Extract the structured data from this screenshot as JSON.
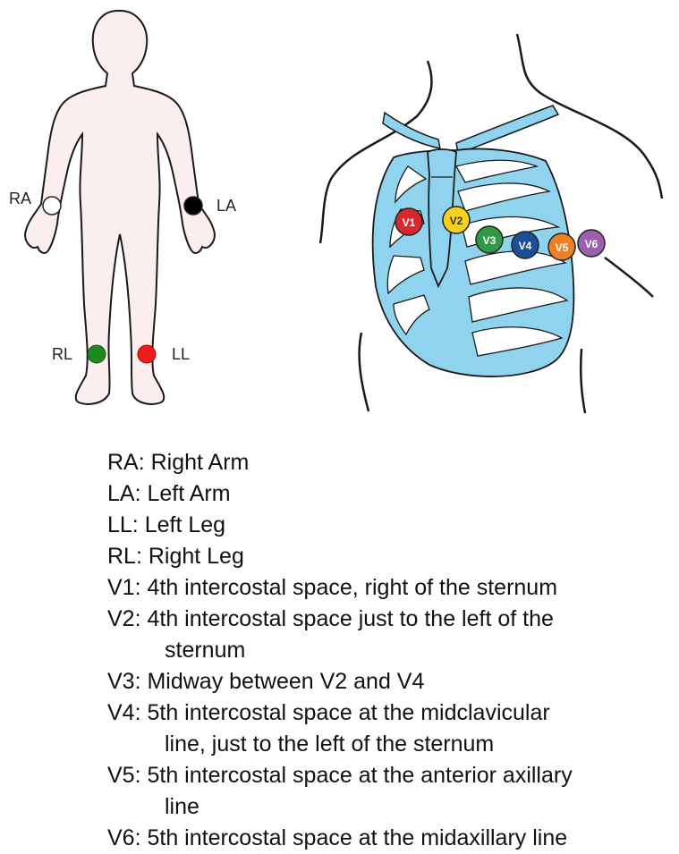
{
  "limb_electrodes": [
    {
      "code": "RA",
      "color": "#ffffff"
    },
    {
      "code": "LA",
      "color": "#000000"
    },
    {
      "code": "RL",
      "color": "#1e8a1e"
    },
    {
      "code": "LL",
      "color": "#ee1c1c"
    }
  ],
  "chest_electrodes": [
    {
      "code": "V1",
      "color": "#d8282a"
    },
    {
      "code": "V2",
      "color": "#f7d11f"
    },
    {
      "code": "V3",
      "color": "#2f9a45"
    },
    {
      "code": "V4",
      "color": "#1b4f97"
    },
    {
      "code": "V5",
      "color": "#ee8022"
    },
    {
      "code": "V6",
      "color": "#9a62ad"
    }
  ],
  "colors": {
    "body_fill": "#fbeeee",
    "rib_fill": "#8fd3ef",
    "outline": "#1a1a1a"
  },
  "legend": [
    {
      "lines": [
        "RA: Right Arm"
      ]
    },
    {
      "lines": [
        "LA: Left Arm"
      ]
    },
    {
      "lines": [
        "LL: Left Leg"
      ]
    },
    {
      "lines": [
        "RL: Right Leg"
      ]
    },
    {
      "lines": [
        "V1: 4th intercostal space, right of the sternum"
      ]
    },
    {
      "lines": [
        "V2: 4th intercostal space just to the left of the",
        "sternum"
      ]
    },
    {
      "lines": [
        "V3: Midway between V2 and V4"
      ]
    },
    {
      "lines": [
        "V4: 5th intercostal space at the midclavicular",
        "line, just to the left of the sternum"
      ]
    },
    {
      "lines": [
        "V5: 5th intercostal space at the anterior axillary",
        "line"
      ]
    },
    {
      "lines": [
        "V6: 5th intercostal space at the midaxillary line"
      ]
    }
  ]
}
